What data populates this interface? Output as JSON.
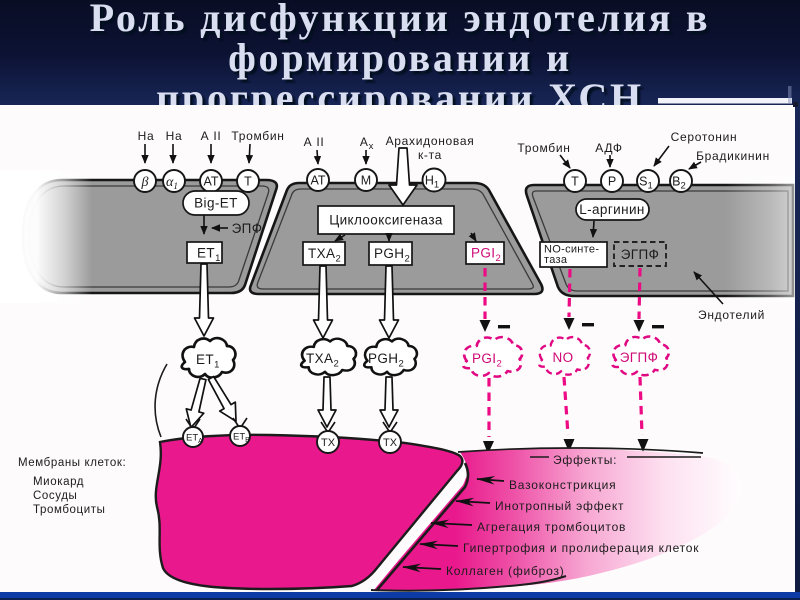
{
  "slide": {
    "title_lines": [
      "Роль дисфункции эндотелия в",
      "формировании и",
      "прогрессировании ХСН"
    ]
  },
  "colors": {
    "background_navy_top": "#090d24",
    "background_navy_bottom": "#1d2f6e",
    "title_text": "#d9def1",
    "figure_background": "#ffffff",
    "slab_grey": "#9b9b9b",
    "membrane_magenta": "#e9188c",
    "dashed_magenta": "#ec0b84",
    "bottom_bar_blue": "#0d3ba6"
  },
  "diagram": {
    "ligands_left": {
      "na1": "На",
      "na2": "На",
      "a2": "А II",
      "thrombin": "Тромбин"
    },
    "ligands_mid": {
      "a2": "А II",
      "ax_main": "А",
      "ax_sub": "х",
      "arachidonic_line1": "Арахидоновая",
      "arachidonic_line2": "к-та"
    },
    "ligands_right": {
      "thrombin": "Тромбин",
      "adp": "АДФ",
      "serotonin": "Серотонин",
      "bradykinin": "Брадикинин"
    },
    "receptors": {
      "beta": "β",
      "alpha_main": "α",
      "alpha_sub": "1",
      "at1": "AT",
      "t1": "T",
      "at2": "AT",
      "m": "M",
      "h_main": "H",
      "h_sub": "1",
      "t3": "T",
      "p": "P",
      "s_main": "S",
      "s_sub": "1",
      "b_main": "B",
      "b_sub": "2"
    },
    "enzymes": {
      "big_et": "Big-ET",
      "epf": "ЭПФ",
      "et1_main": "ET",
      "et1_sub": "1",
      "cyclooxygenase": "Циклооксигеназа",
      "txa_main": "TXA",
      "txa_sub": "2",
      "pgh_main": "PGH",
      "pgh_sub": "2",
      "pgi_main": "PGI",
      "pgi_sub": "2",
      "no_synthase_line1": "NO-синте-",
      "no_synthase_line2": "таза",
      "l_arginine": "L-аргинин",
      "egpf": "ЭГПФ"
    },
    "mediators": {
      "et1_main": "ET",
      "et1_sub": "1",
      "txa_main": "TXA",
      "txa_sub": "2",
      "pgh_main": "PGH",
      "pgh_sub": "2",
      "pgi_main": "PGI",
      "pgi_sub": "2",
      "no": "NO",
      "egpf": "ЭГПФ"
    },
    "target_receptors": {
      "eta_main": "ET",
      "eta_sub": "A",
      "etb_main": "ET",
      "etb_sub": "B",
      "tx1": "TX",
      "tx2": "TX"
    },
    "endothelium_label": "Эндотелий",
    "membranes_legend": {
      "header": "Мембраны клеток:",
      "items": [
        "Миокард",
        "Сосуды",
        "Тромбоциты"
      ]
    },
    "effects": {
      "header": "Эффекты:",
      "items": [
        "Вазоконстрикция",
        "Инотропный эффект",
        "Агрегация тромбоцитов",
        "Гипертрофия и пролиферация клеток",
        "Коллаген (фиброз)"
      ]
    }
  }
}
